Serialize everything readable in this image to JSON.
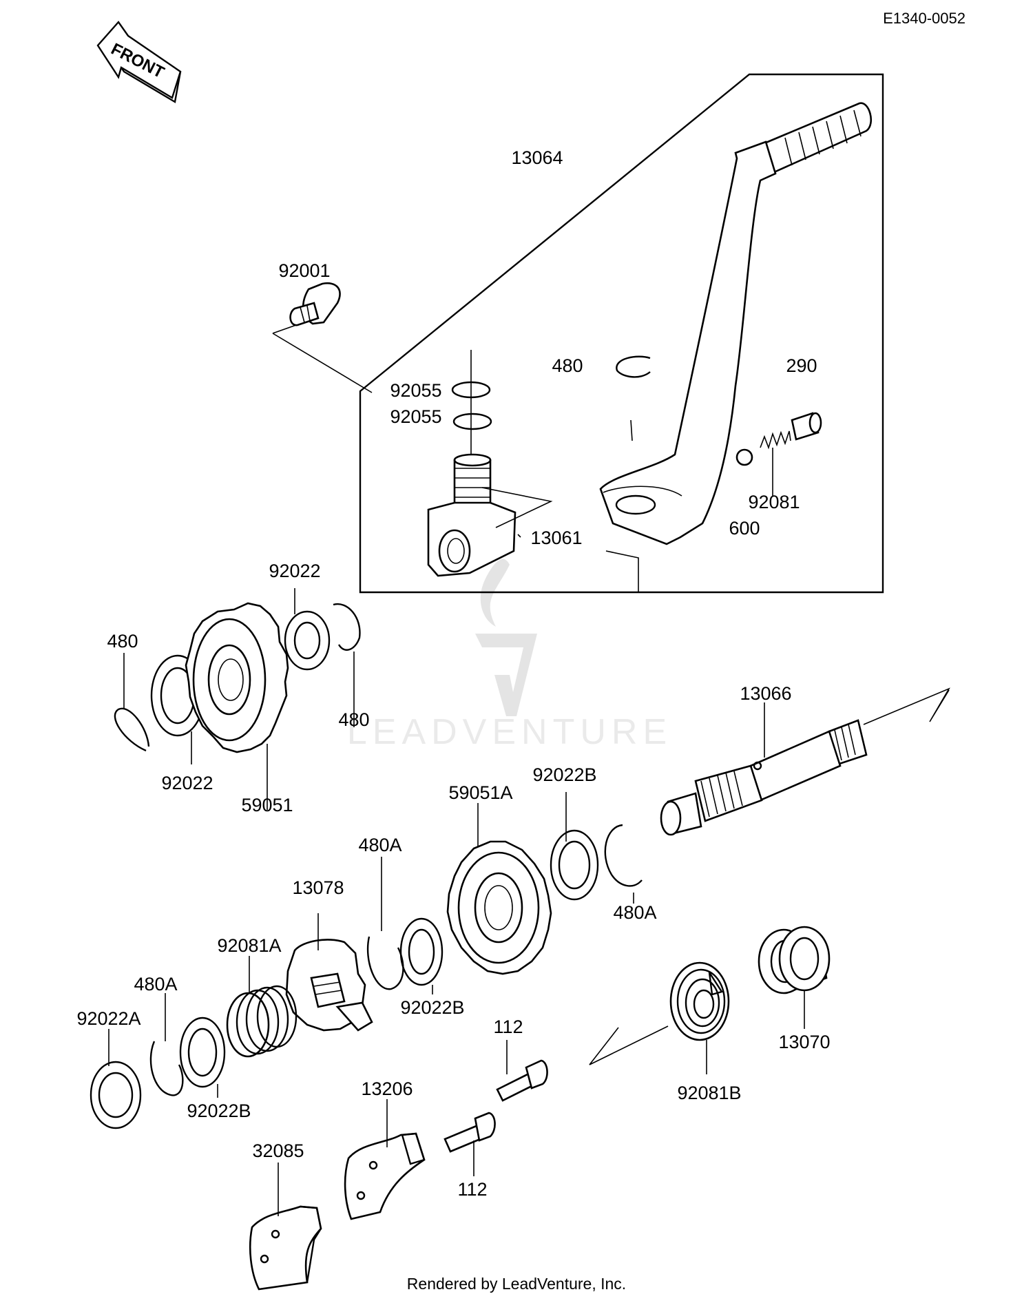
{
  "diagram_code": "E1340-0052",
  "front_label": "FRONT",
  "watermark": "LEADVENTURE",
  "footer": "Rendered by LeadVenture, Inc.",
  "callouts": [
    {
      "id": "c01",
      "text": "13064"
    },
    {
      "id": "c02",
      "text": "92001"
    },
    {
      "id": "c03",
      "text": "480"
    },
    {
      "id": "c04",
      "text": "290"
    },
    {
      "id": "c05",
      "text": "92055"
    },
    {
      "id": "c06",
      "text": "92055"
    },
    {
      "id": "c07",
      "text": "92081"
    },
    {
      "id": "c08",
      "text": "600"
    },
    {
      "id": "c09",
      "text": "13061"
    },
    {
      "id": "c10",
      "text": "92022"
    },
    {
      "id": "c11",
      "text": "480"
    },
    {
      "id": "c12",
      "text": "480"
    },
    {
      "id": "c13",
      "text": "92022"
    },
    {
      "id": "c14",
      "text": "59051"
    },
    {
      "id": "c15",
      "text": "13066"
    },
    {
      "id": "c16",
      "text": "92022B"
    },
    {
      "id": "c17",
      "text": "59051A"
    },
    {
      "id": "c18",
      "text": "480A"
    },
    {
      "id": "c19",
      "text": "480A"
    },
    {
      "id": "c20",
      "text": "13078"
    },
    {
      "id": "c21",
      "text": "92081A"
    },
    {
      "id": "c22",
      "text": "480A"
    },
    {
      "id": "c23",
      "text": "92022B"
    },
    {
      "id": "c24",
      "text": "92022A"
    },
    {
      "id": "c25",
      "text": "92022B"
    },
    {
      "id": "c26",
      "text": "112"
    },
    {
      "id": "c27",
      "text": "13206"
    },
    {
      "id": "c28",
      "text": "112"
    },
    {
      "id": "c29",
      "text": "32085"
    },
    {
      "id": "c30",
      "text": "13070"
    },
    {
      "id": "c31",
      "text": "92081B"
    }
  ]
}
